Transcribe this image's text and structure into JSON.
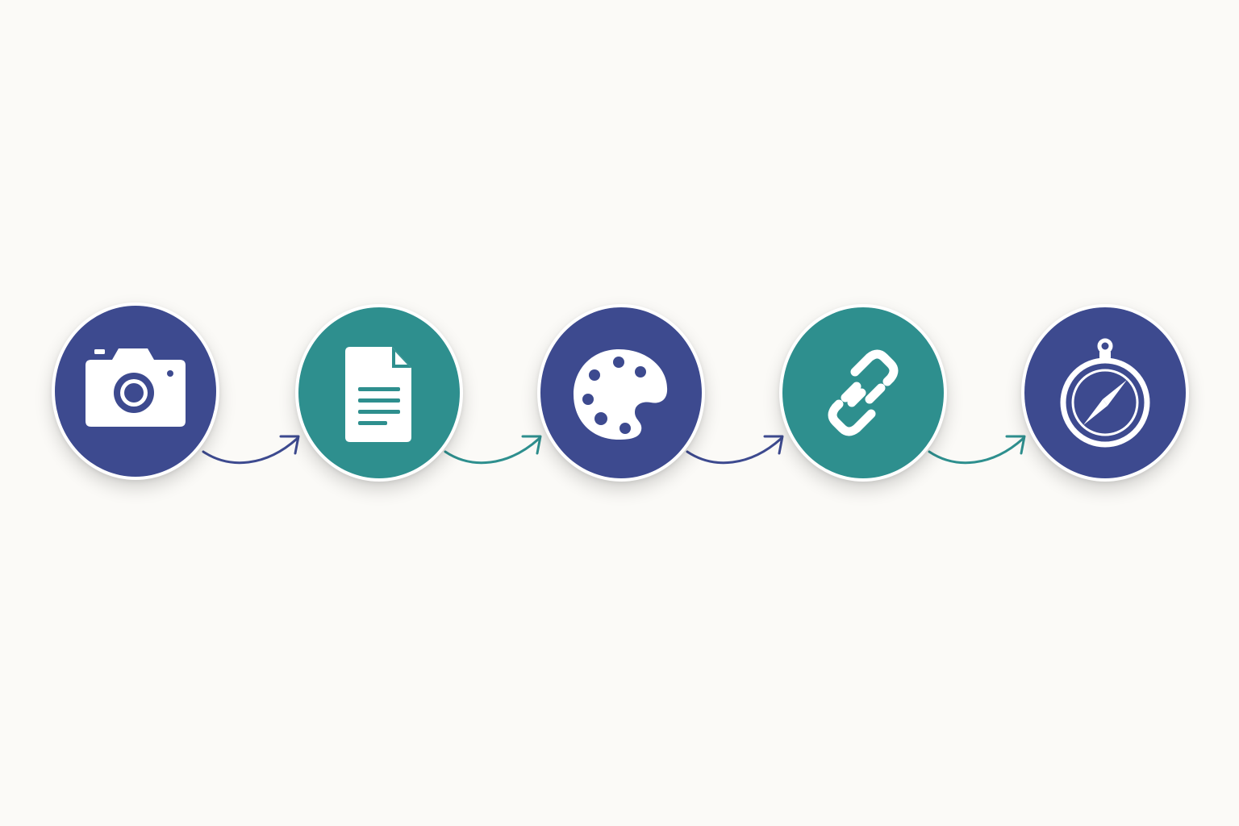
{
  "colors": {
    "background": "#fbfaf7",
    "indigo": "#3d4a8f",
    "teal": "#2e8f8e",
    "icon": "#ffffff"
  },
  "steps": [
    {
      "icon": "camera-icon",
      "color": "#3d4a8f"
    },
    {
      "icon": "document-icon",
      "color": "#2e8f8e"
    },
    {
      "icon": "palette-icon",
      "color": "#3d4a8f"
    },
    {
      "icon": "link-icon",
      "color": "#2e8f8e"
    },
    {
      "icon": "compass-icon",
      "color": "#3d4a8f"
    }
  ],
  "connectors": [
    {
      "from": 1,
      "to": 2,
      "color": "#3d4a8f"
    },
    {
      "from": 2,
      "to": 3,
      "color": "#2e8f8e"
    },
    {
      "from": 3,
      "to": 4,
      "color": "#3d4a8f"
    },
    {
      "from": 4,
      "to": 5,
      "color": "#2e8f8e"
    }
  ]
}
